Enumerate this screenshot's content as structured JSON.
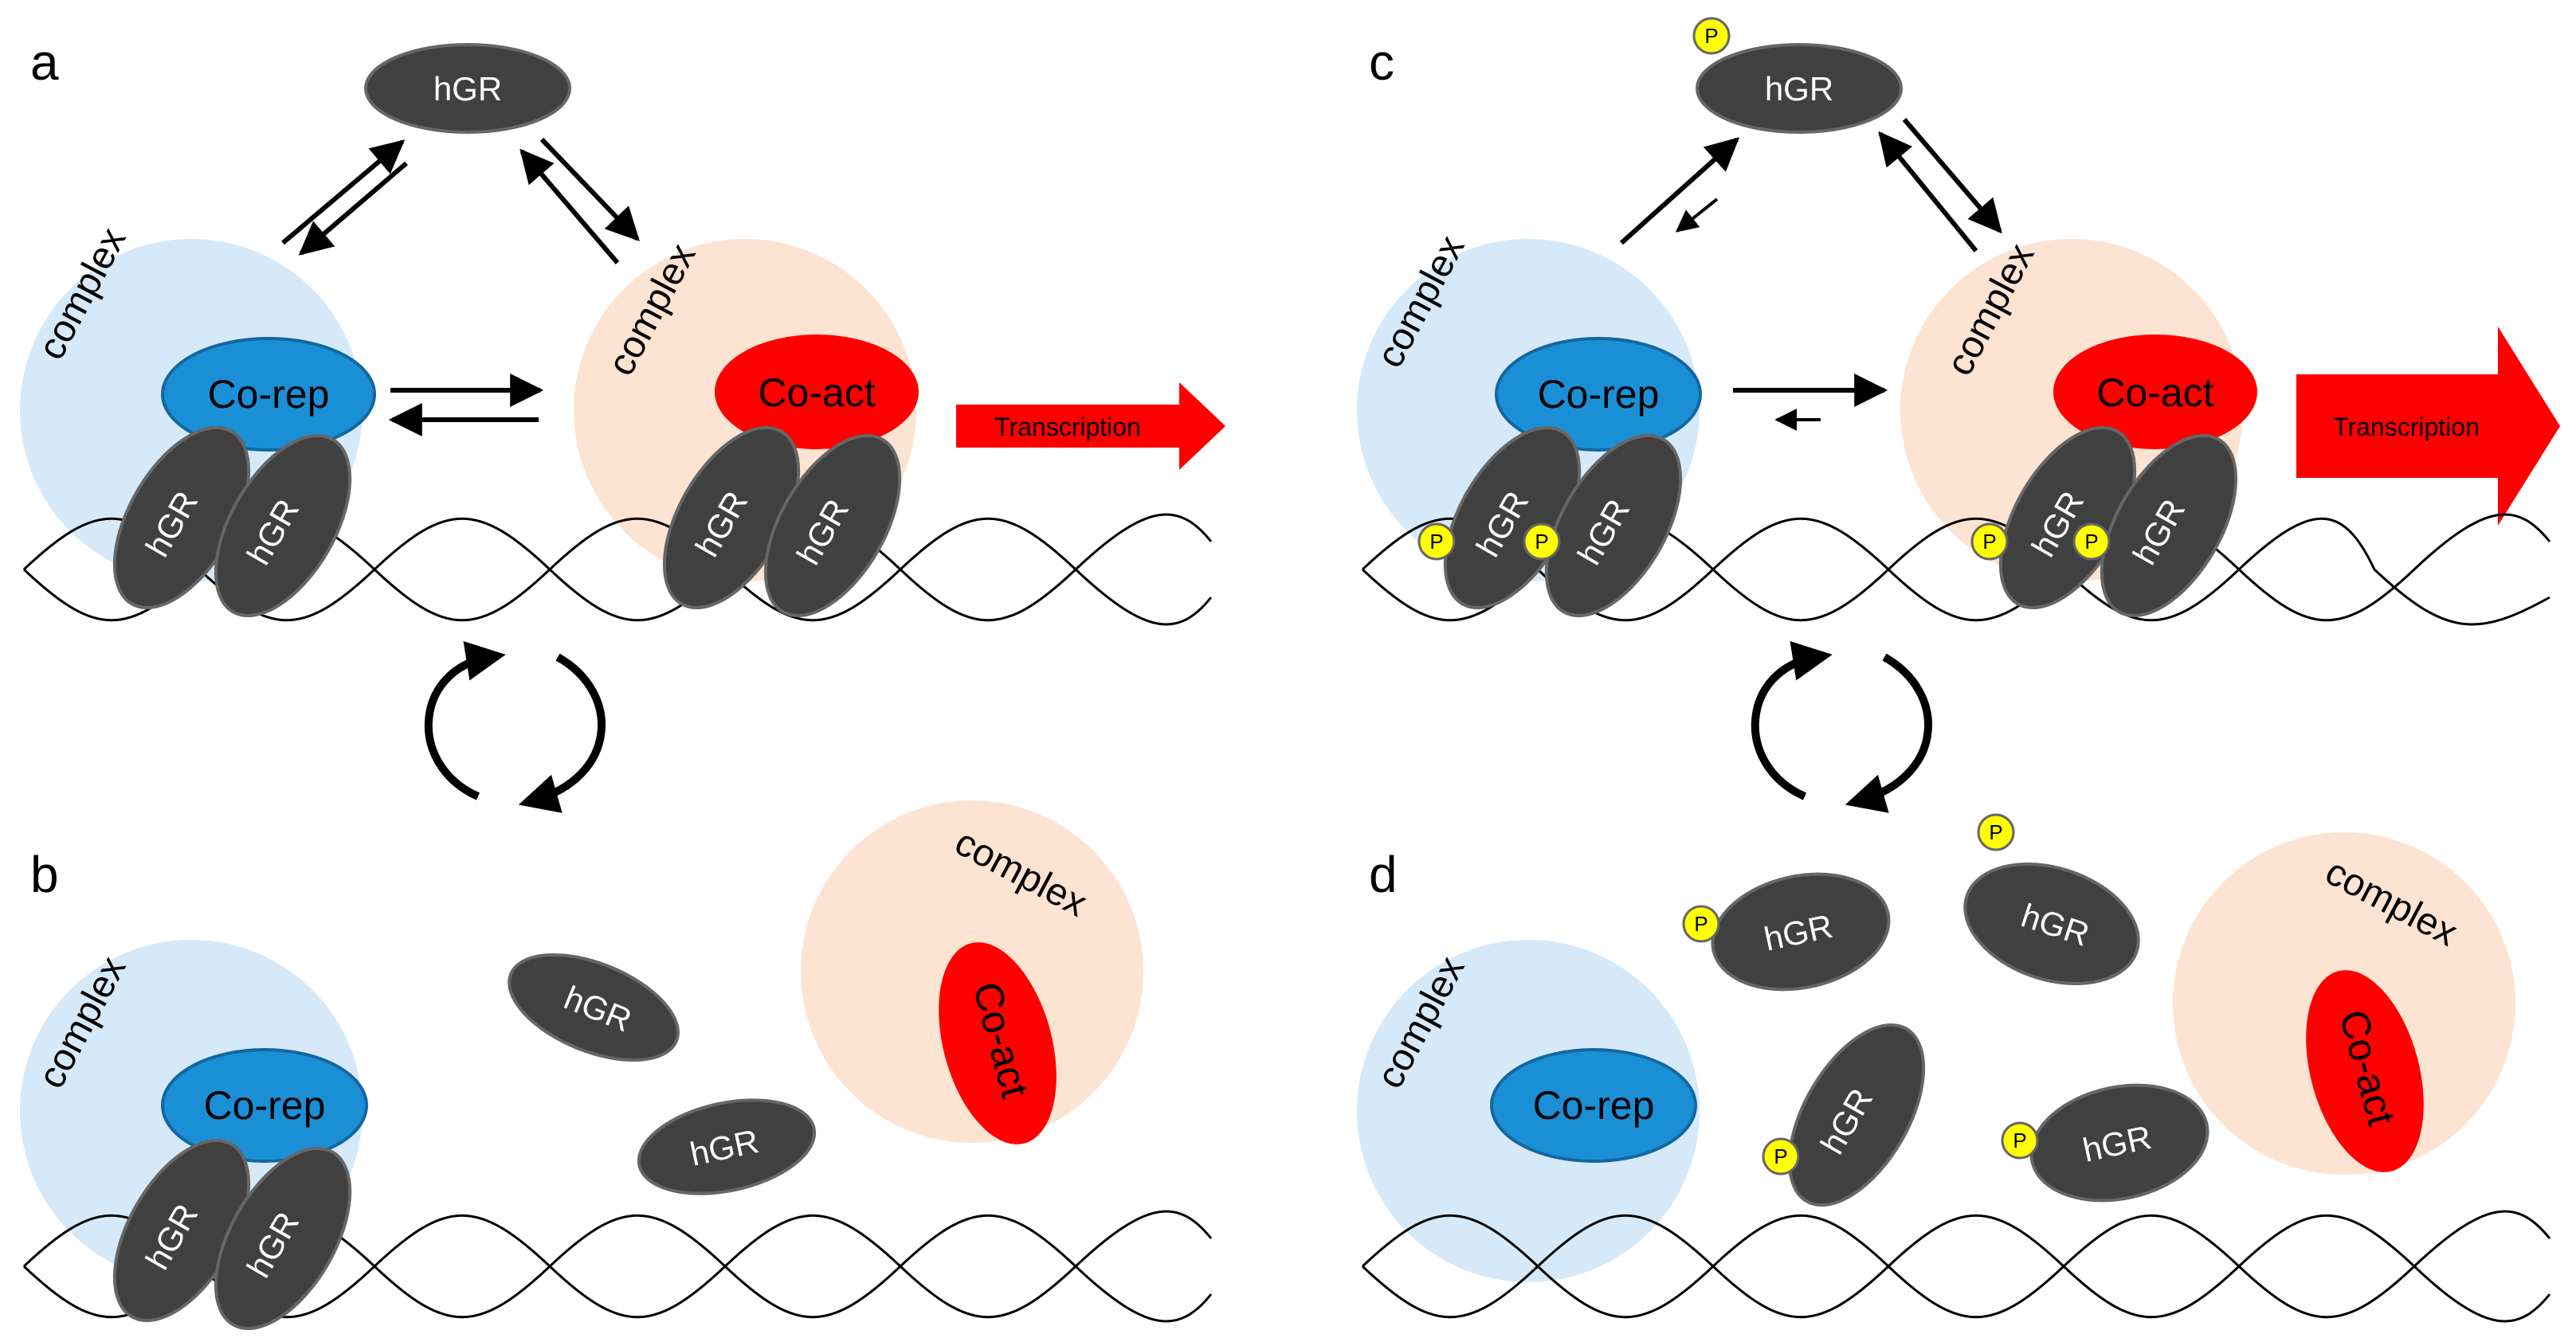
{
  "panels": {
    "a": "a",
    "b": "b",
    "c": "c",
    "d": "d"
  },
  "labels": {
    "complex": "complex",
    "hgr": "hGR",
    "corep": "Co-rep",
    "coact": "Co-act",
    "transcription": "Transcription",
    "phospho": "P"
  },
  "colors": {
    "repressor_complex": "#d6e9f8",
    "activator_complex": "#fde3d2",
    "corep": "#1a8fd6",
    "coact": "#ff0000",
    "hgr": "#404040",
    "phospho": "#ffff00",
    "transcription_arrow": "#ff0000"
  }
}
